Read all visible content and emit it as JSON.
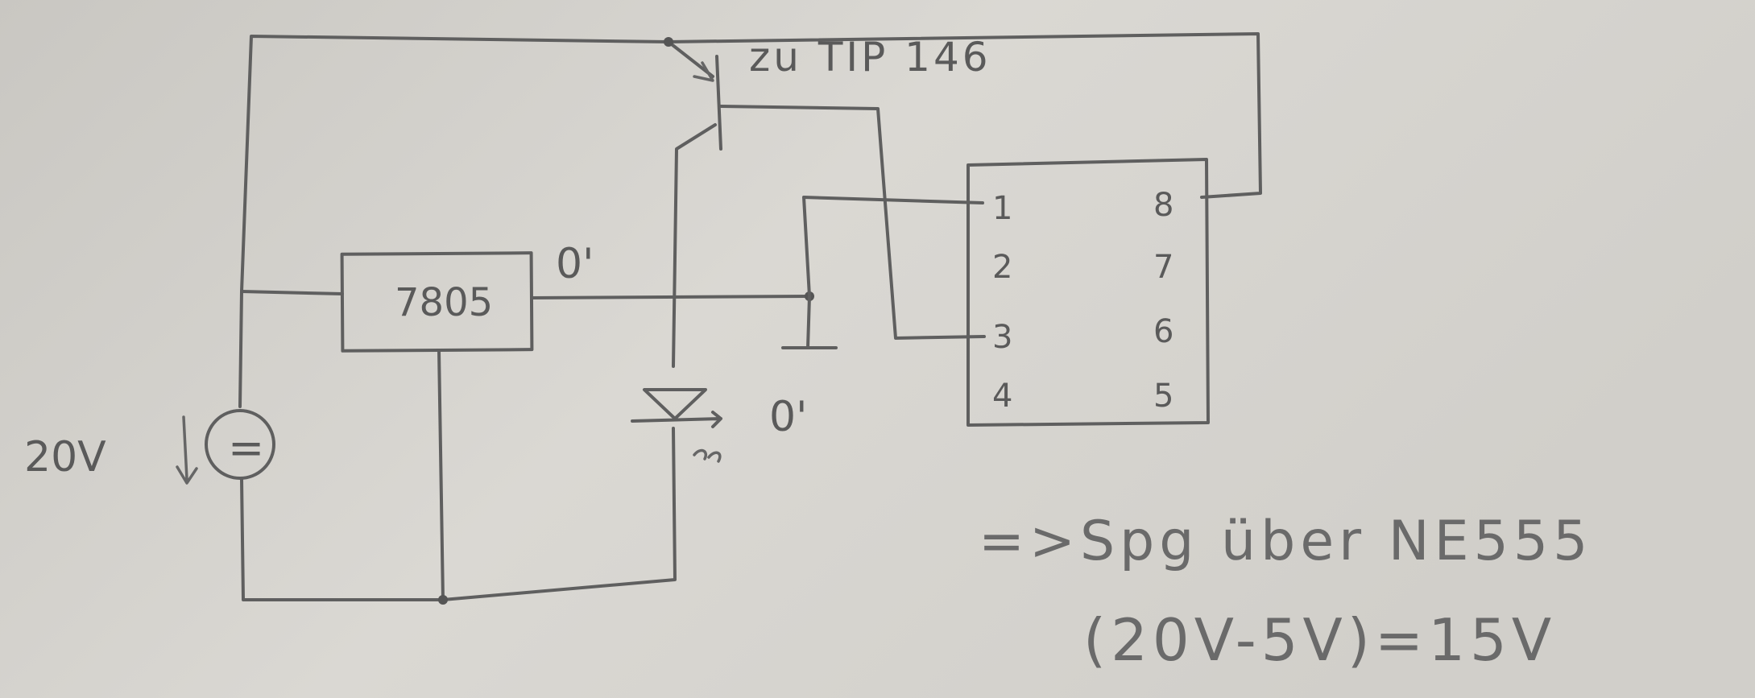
{
  "transistor_label": "zu TIP 146",
  "regulator_label": "7805",
  "source_voltage": "20V",
  "source_symbol": "=",
  "node_label_top": "0'",
  "node_label_bottom": "0'",
  "ic_pins_left": [
    "1",
    "2",
    "3",
    "4"
  ],
  "ic_pins_right": [
    "8",
    "7",
    "6",
    "5"
  ],
  "note_line1": "=>Spg über NE555",
  "note_line2": "(20V-5V)=15V",
  "colors": {
    "paper": "#d8d6d1",
    "pencil": "#5f5f5f"
  }
}
